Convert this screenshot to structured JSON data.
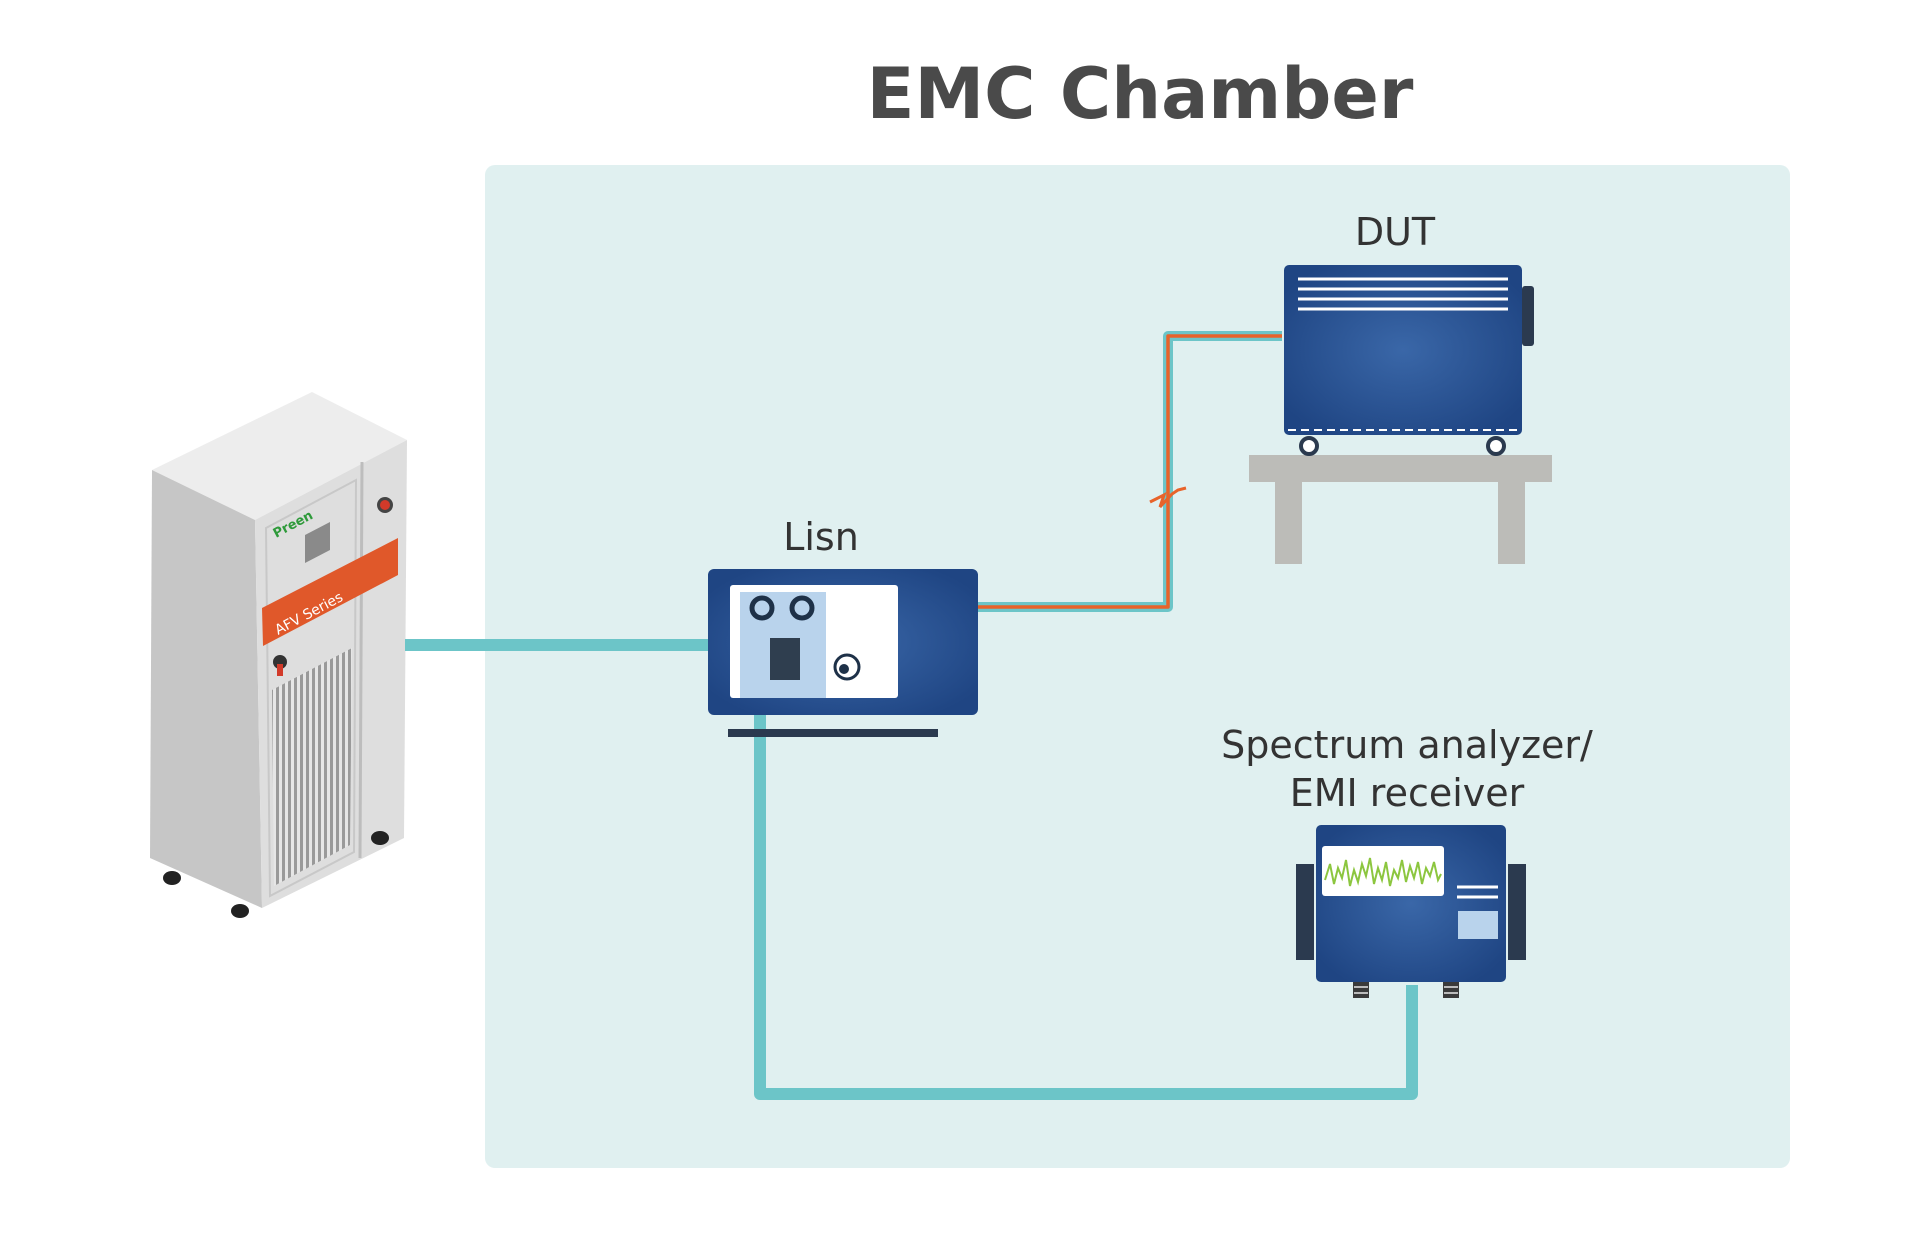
{
  "title": "EMC Chamber",
  "cabinet": {
    "brand": "Preen",
    "series": "AFV Series"
  },
  "devices": {
    "dut_label": "DUT",
    "lisn_label": "Lisn",
    "analyzer_label_line1": "Spectrum analyzer/",
    "analyzer_label_line2": "EMI receiver"
  },
  "colors": {
    "chamber_bg": "#e0f0f0",
    "cable": "#6cc5c8",
    "rf_cable": "#e8632a",
    "device_blue": "#2c5496",
    "table_gray": "#bcbcb8",
    "cabinet_stripe": "#e0582a"
  }
}
